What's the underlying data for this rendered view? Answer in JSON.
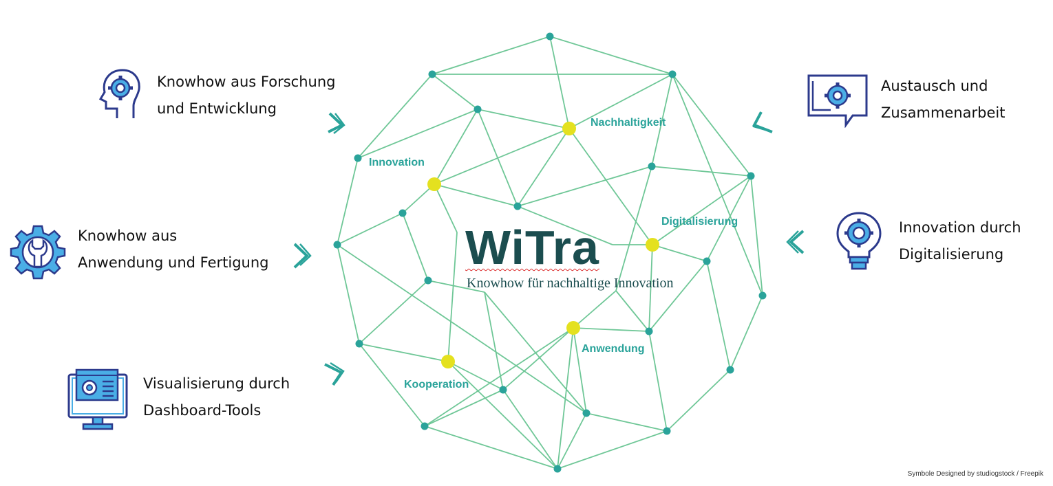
{
  "center": {
    "title": "WiTra",
    "subtitle": "Knowhow für nachhaltige Innovation"
  },
  "left_items": [
    {
      "line1": "Knowhow aus Forschung",
      "line2": "und Entwicklung",
      "icon": "head-gear-icon"
    },
    {
      "line1": "Knowhow aus",
      "line2": "Anwendung und Fertigung",
      "icon": "gear-wrench-icon"
    },
    {
      "line1": "Visualisierung durch",
      "line2": "Dashboard-Tools",
      "icon": "monitor-dashboard-icon"
    }
  ],
  "right_items": [
    {
      "line1": "Austausch und",
      "line2": "Zusammenarbeit",
      "icon": "chat-gear-icon"
    },
    {
      "line1": "Innovation durch",
      "line2": "Digitalisierung",
      "icon": "lightbulb-gear-icon"
    }
  ],
  "network_labels": {
    "nachhaltigkeit": "Nachhaltigkeit",
    "innovation": "Innovation",
    "digitalisierung": "Digitalisierung",
    "anwendung": "Anwendung",
    "kooperation": "Kooperation"
  },
  "credit": "Symbole Designed by studiogstock / Freepik",
  "colors": {
    "edge": "#6fc797",
    "node": "#2aa39a",
    "hub": "#e4e11f",
    "title": "#1b4d4f",
    "chevron": "#2aa39a",
    "icon_navy": "#2c3a8c",
    "icon_blue": "#4aaee6"
  }
}
